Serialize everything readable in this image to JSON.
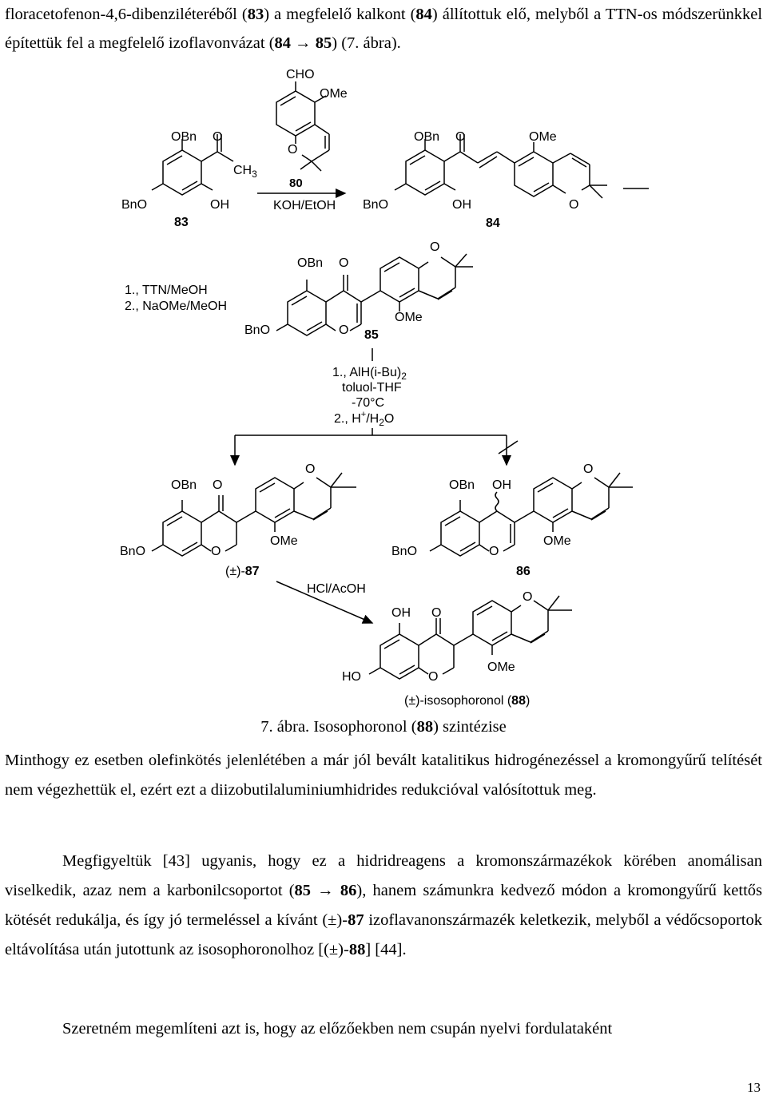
{
  "intro": {
    "p1": "floracetofenon-4,6-dibenziléteréből (",
    "n83": "83",
    "p2": ") a megfelelő kalkont (",
    "n84": "84",
    "p3": ") állítottuk elő, melyből a TTN-os módszerünkkel építettük fel a megfelelő izoflavonvázat (",
    "n84b": "84",
    "arrow": " → ",
    "n85": "85",
    "p4": ") (7. ábra)."
  },
  "scheme": {
    "labels": {
      "cho": "CHO",
      "ome": "OMe",
      "obn": "OBn",
      "o": "O",
      "oh": "OH",
      "bno": "BnO",
      "ho": "HO",
      "ch": "CH",
      "three": "3",
      "c80": "80",
      "koh": "KOH/EtOH",
      "c83": "83",
      "c84": "84",
      "c85": "85",
      "c86": "86",
      "c87": "87",
      "c88": "88",
      "pm": "(±)-",
      "ttn": "1., TTN/MeOH",
      "naome": "2., NaOMe/MeOH",
      "alh": "1., AlH(i-Bu)",
      "sub2": "2",
      "toluol": "toluol-THF",
      "temp": "-70°C",
      "hplus": "2., H",
      "plus": "+",
      "h2o_mid": "/H",
      "h2o_end": "O",
      "hcl": "HCl/AcOH",
      "isoso": "(±)-isosophoronol (",
      "close": ")"
    }
  },
  "caption": {
    "fig": "7. ábra.",
    "rest_a": " Isosophoronol (",
    "n88": "88",
    "rest_b": ") szintézise"
  },
  "body": {
    "para1": "Minthogy ez esetben olefinkötés jelenlétében a már jól bevált katalitikus hidrogénezéssel a kromongyűrű telítését nem végezhettük el, ezért ezt a diizobutilaluminiumhidrides redukcióval valósítottuk meg.",
    "para2_a": "Megfigyeltük [43] ugyanis, hogy ez a hidridreagens a kromonszármazékok körében anomálisan viselkedik, azaz nem a karbonilcsoportot (",
    "para2_n85": "85",
    "para2_arrow": " → ",
    "para2_n86": "86",
    "para2_b": "), hanem számunkra kedvező módon a kromongyűrű kettős kötését redukálja, és így jó termeléssel a kívánt (±)-",
    "para2_n87": "87",
    "para2_c": " izoflavanonszármazék keletkezik, melyből a védőcsoportok eltávolítása után jutottunk az isosophoronolhoz [(±)-",
    "para2_n88": "88",
    "para2_d": "] [44].",
    "para3": "Szeretném megemlíteni azt is, hogy az előzőekben nem csupán nyelvi fordulataként"
  },
  "page_number": "13"
}
